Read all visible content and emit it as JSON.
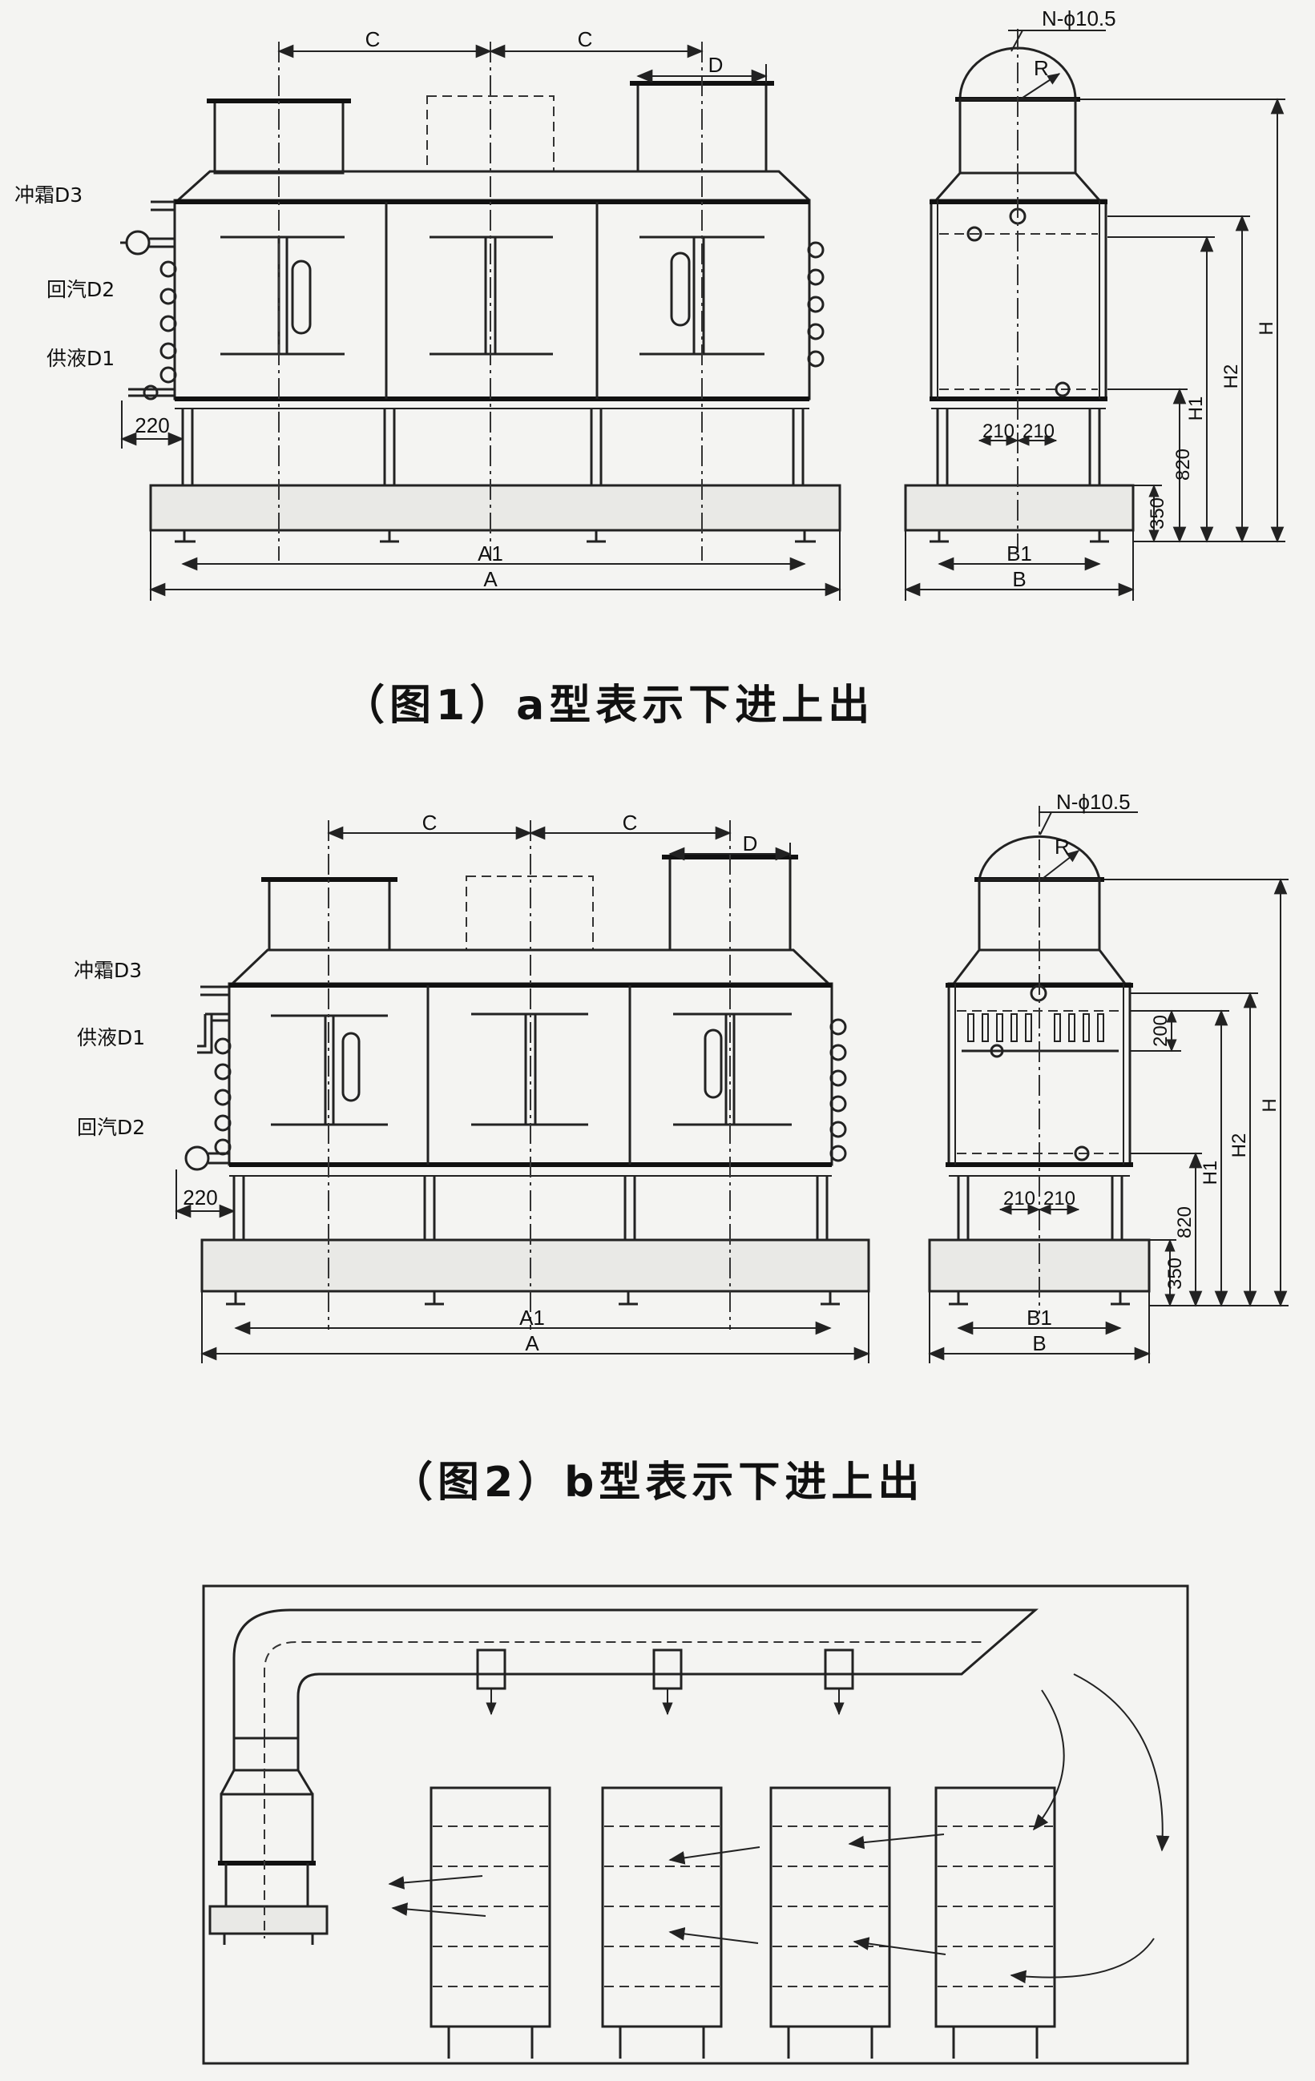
{
  "figure1": {
    "caption": "（图1）a型表示下进上出",
    "labels": {
      "c": "C",
      "d": "D",
      "d3": "冲霜D3",
      "d2": "回汽D2",
      "d1": "供液D1",
      "d220": "220",
      "a1": "A1",
      "a": "A",
      "b1": "B1",
      "b": "B",
      "n": "N-ϕ10.5",
      "r": "R",
      "d210a": "210",
      "d210b": "210",
      "h": "H",
      "h1": "H1",
      "h2": "H2",
      "d820": "820",
      "d350": "350"
    }
  },
  "figure2": {
    "caption": "（图2）b型表示下进上出",
    "labels": {
      "c": "C",
      "d": "D",
      "d3": "冲霜D3",
      "d1": "供液D1",
      "d2": "回汽D2",
      "d220": "220",
      "a1": "A1",
      "a": "A",
      "b1": "B1",
      "b": "B",
      "n": "N-ϕ10.5",
      "r": "R",
      "d200": "200",
      "d210a": "210",
      "d210b": "210",
      "h": "H",
      "h1": "H1",
      "h2": "H2",
      "d820": "820",
      "d350": "350"
    }
  }
}
